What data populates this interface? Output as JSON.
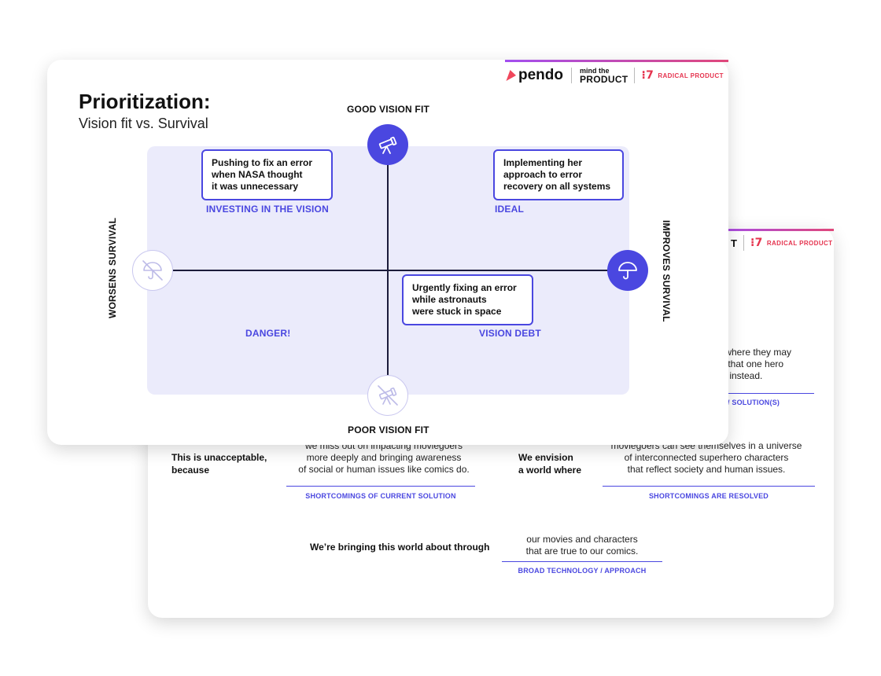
{
  "branding": {
    "pendo": "pendo",
    "mtp_line1": "mind the",
    "mtp_line2": "PRODUCT",
    "radical": "RADICAL PRODUCT",
    "back_partial": "T"
  },
  "front": {
    "title": "Prioritization:",
    "subtitle": "Vision fit vs. Survival",
    "axes": {
      "top": "GOOD VISION FIT",
      "bottom": "POOR VISION FIT",
      "left": "WORSENS SURVIVAL",
      "right": "IMPROVES SURVIVAL"
    },
    "quadrants": {
      "top_left": {
        "label": "INVESTING IN THE VISION",
        "note": [
          "Pushing to fix an error",
          "when NASA thought",
          "it was unnecessary"
        ]
      },
      "top_right": {
        "label": "IDEAL",
        "note": [
          "Implementing her",
          "approach to error",
          "recovery on all systems"
        ]
      },
      "bottom_left": {
        "label": "DANGER!"
      },
      "bottom_right": {
        "label": "VISION DEBT",
        "note": [
          "Urgently fixing an error",
          "while astronauts",
          "were stuck in space"
        ]
      }
    },
    "icons": {
      "top": "telescope-icon",
      "bottom": "crossed-telescope-icon",
      "left": "crossed-umbrella-icon",
      "right": "umbrella-icon"
    },
    "colors": {
      "accent": "#4a47e0",
      "quadrant_bg": "#ebebfb",
      "brand_red": "#e5334e"
    }
  },
  "back": {
    "right_partial": [
      "s where they may",
      "th that one hero",
      "cs instead."
    ],
    "right_partial_caption": "/ SOLUTION(S)",
    "unacceptable": [
      "This is unacceptable,",
      "because"
    ],
    "shortcomings_text": [
      "we miss out on impacting moviegoers",
      "more deeply and bringing awareness",
      "of social or human issues like comics do."
    ],
    "shortcomings_caption": "SHORTCOMINGS OF CURRENT SOLUTION",
    "envision": [
      "We envision",
      "a world where"
    ],
    "envision_text": [
      "moviegoers can see themselves in a universe",
      "of interconnected superhero characters",
      "that reflect society and human issues."
    ],
    "envision_caption": "SHORTCOMINGS ARE RESOLVED",
    "bringing": "We’re bringing this world about through",
    "bringing_text": [
      "our movies and characters",
      "that are true to our comics."
    ],
    "bringing_caption": "BROAD TECHNOLOGY / APPROACH"
  }
}
